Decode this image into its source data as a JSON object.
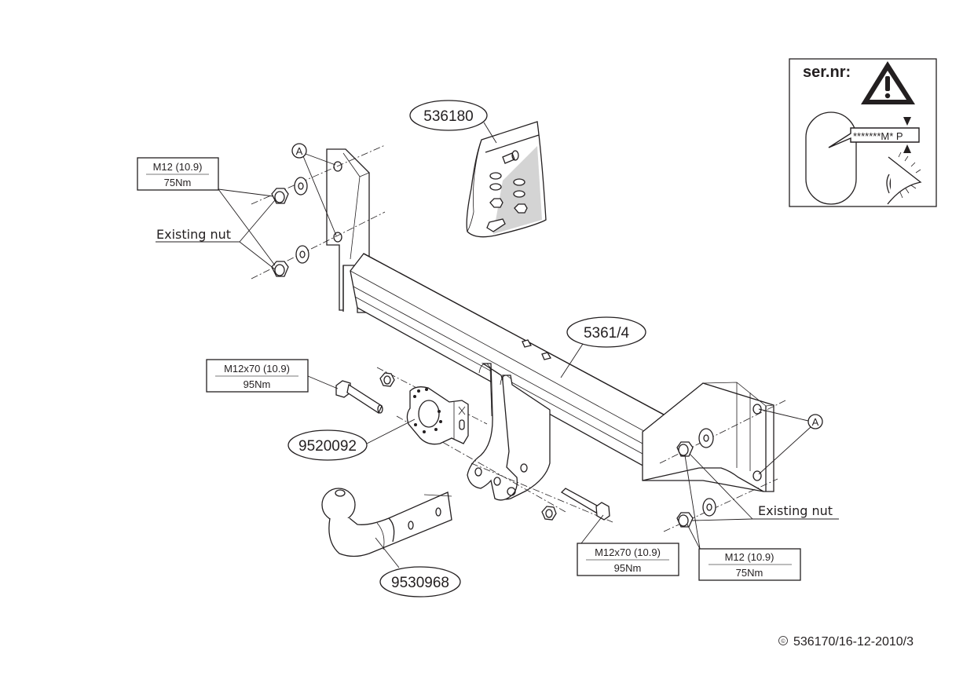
{
  "document": {
    "type": "towbar exploded assembly diagram",
    "footer_reference": "536170/16-12-2010/3",
    "copyright_symbol": "©"
  },
  "serial_plate": {
    "title": "ser.nr:",
    "warning_icon": "warning-triangle-icon",
    "plate_code": "*******M* P",
    "eye_icon": "eye-icon"
  },
  "part_callouts": {
    "kit_bag": "536180",
    "crossbar": "5361/4",
    "socket_plate": "9520092",
    "ball_neck": "9530968"
  },
  "reference_markers": {
    "left_bracket": "A",
    "right_bracket": "A"
  },
  "fastener_specs": {
    "left_nut": {
      "size": "M12 (10.9)",
      "torque": "75Nm"
    },
    "center_bolt": {
      "size": "M12x70 (10.9)",
      "torque": "95Nm"
    },
    "lower_bolt": {
      "size": "M12x70 (10.9)",
      "torque": "95Nm"
    },
    "right_nut": {
      "size": "M12 (10.9)",
      "torque": "75Nm"
    }
  },
  "notes": {
    "existing_nut_left": "Existing nut",
    "existing_nut_right": "Existing nut"
  }
}
